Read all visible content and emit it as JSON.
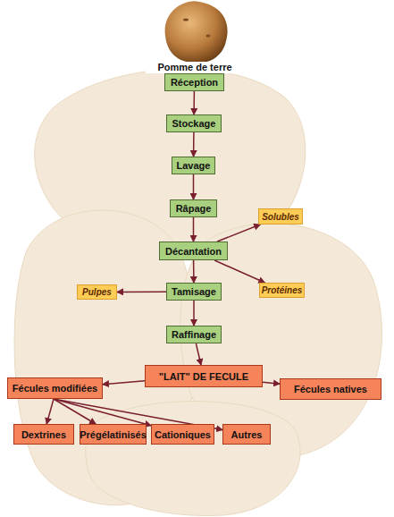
{
  "diagram": {
    "nodes": [
      {
        "text": [
          "Pomme de terre"
        ]
      },
      {
        "text": [
          "Réception"
        ]
      },
      {
        "text": [
          "Stockage"
        ]
      },
      {
        "text": [
          "Lavage"
        ]
      },
      {
        "text": [
          "Râpage"
        ]
      },
      {
        "text": [
          "Décantation"
        ]
      },
      {
        "text": [
          "Solubles"
        ]
      },
      {
        "text": [
          "Protéines"
        ]
      },
      {
        "text": [
          "Tamisage"
        ]
      },
      {
        "text": [
          "Pulpes"
        ]
      },
      {
        "text": [
          "Raffinage"
        ]
      },
      {
        "text": [
          "\"LAIT\" DE FECULE"
        ]
      },
      {
        "text": [
          "Fécules modifiées"
        ]
      },
      {
        "text": [
          "Fécules natives"
        ]
      },
      {
        "text": [
          "Dextrines"
        ]
      },
      {
        "text": [
          "Prégélatinisés"
        ]
      },
      {
        "text": [
          "Cationiques"
        ]
      },
      {
        "text": [
          "Autres"
        ]
      }
    ],
    "edges": [
      {
        "from": 0,
        "to": 1,
        "arrow": "to"
      },
      {
        "from": 1,
        "to": 2,
        "arrow": "to"
      },
      {
        "from": 2,
        "to": 3,
        "arrow": "to"
      },
      {
        "from": 3,
        "to": 4,
        "arrow": "to"
      },
      {
        "from": 4,
        "to": 5,
        "arrow": "to"
      },
      {
        "from": 5,
        "to": 6,
        "arrow": "to"
      },
      {
        "from": 5,
        "to": 7,
        "arrow": "to"
      },
      {
        "from": 5,
        "to": 8,
        "arrow": "to"
      },
      {
        "from": 8,
        "to": 9,
        "arrow": "to"
      },
      {
        "from": 8,
        "to": 10,
        "arrow": "to"
      },
      {
        "from": 10,
        "to": 11,
        "arrow": "to"
      },
      {
        "from": 11,
        "to": 12,
        "arrow": "to"
      },
      {
        "from": 11,
        "to": 13,
        "arrow": "to"
      },
      {
        "from": 12,
        "to": 14,
        "arrow": "to"
      },
      {
        "from": 12,
        "to": 15,
        "arrow": "to"
      },
      {
        "from": 12,
        "to": 16,
        "arrow": "to"
      },
      {
        "from": 12,
        "to": 17,
        "arrow": "to"
      }
    ]
  }
}
